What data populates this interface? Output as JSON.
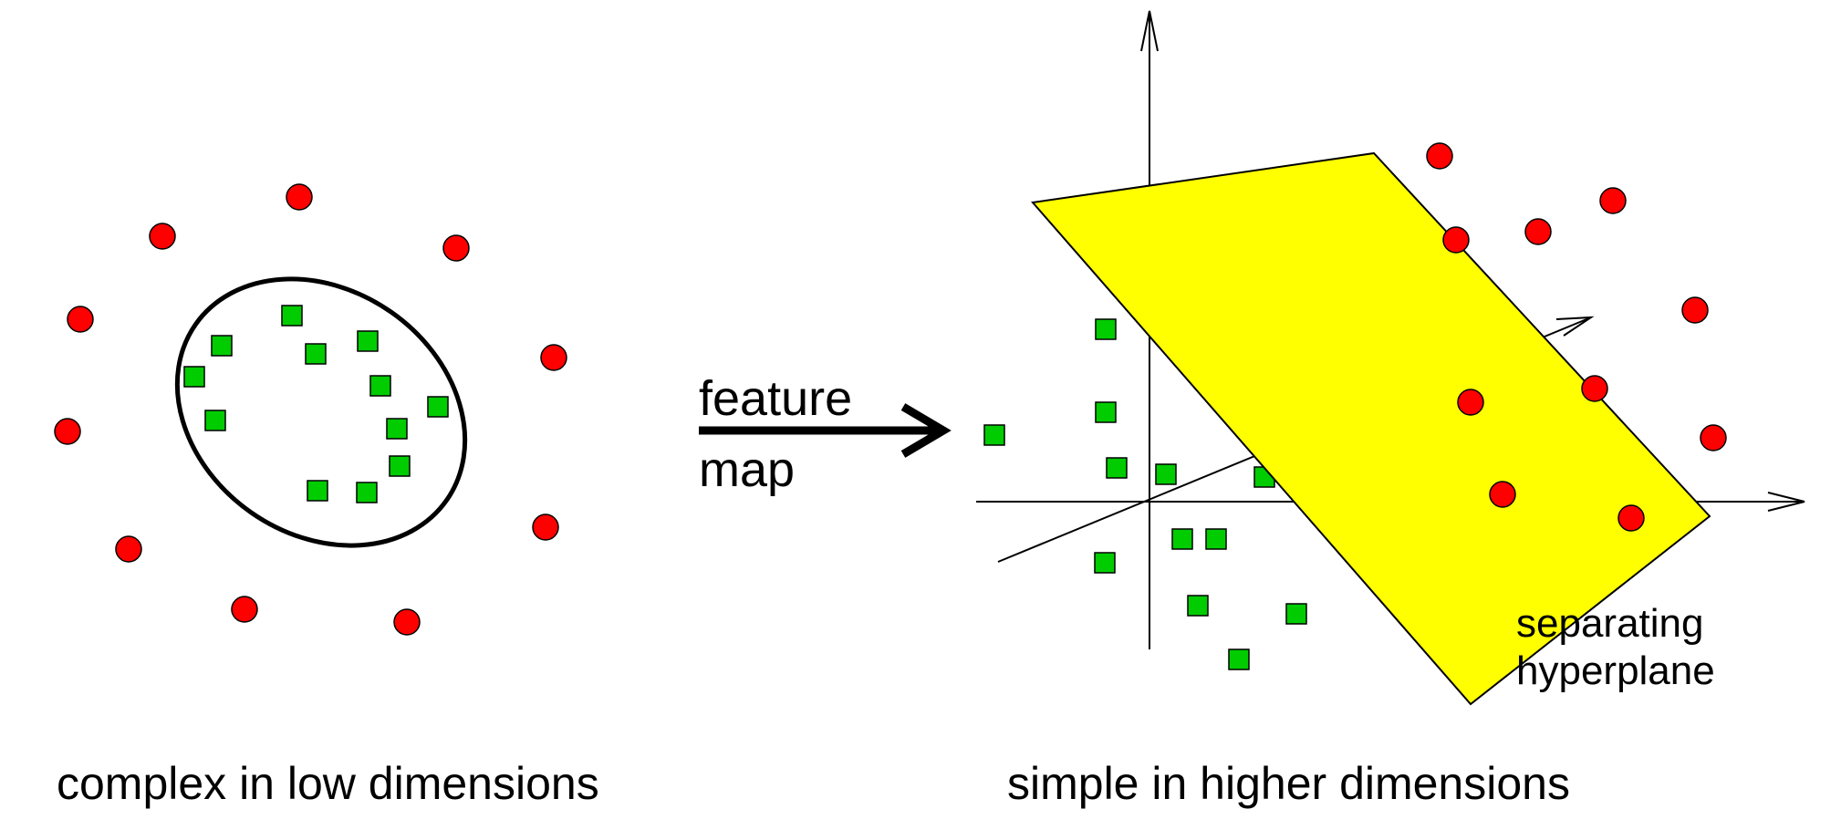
{
  "captions": {
    "left": "complex in low dimensions",
    "right": "simple in higher dimensions"
  },
  "arrow_label": {
    "line1": "feature",
    "line2": "map"
  },
  "plane_label": {
    "line1": "separating",
    "line2": "hyperplane"
  },
  "colors": {
    "circle_fill": "#ff0000",
    "square_fill": "#00cc00",
    "plane_fill": "#ffff00",
    "stroke": "#000000"
  },
  "shapes": {
    "circle": "red-circle",
    "square": "green-square"
  }
}
